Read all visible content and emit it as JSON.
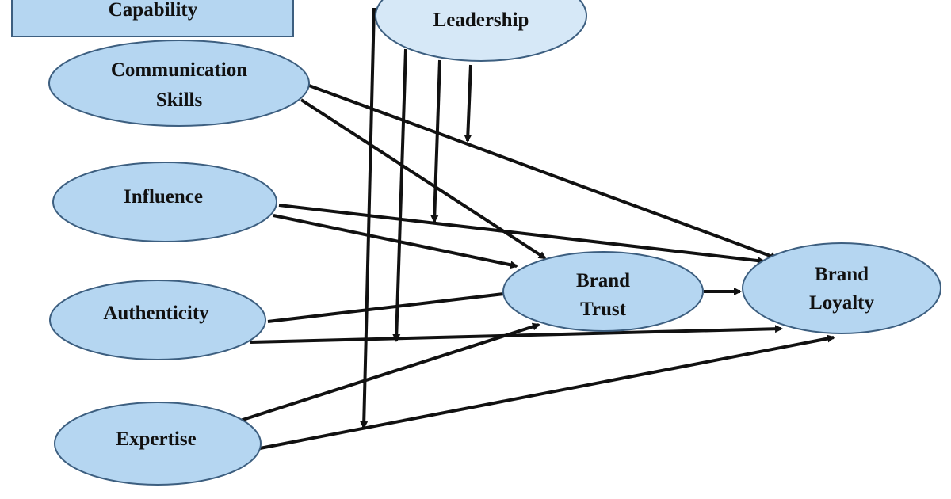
{
  "diagram": {
    "nodes": {
      "capability": {
        "label_line1": "Capability"
      },
      "leadership": {
        "label_line1": "Leadership"
      },
      "communication": {
        "label_line1": "Communication",
        "label_line2": "Skills"
      },
      "influence": {
        "label_line1": "Influence"
      },
      "authenticity": {
        "label_line1": "Authenticity"
      },
      "expertise": {
        "label_line1": "Expertise"
      },
      "brand_trust": {
        "label_line1": "Brand",
        "label_line2": "Trust"
      },
      "brand_loyalty": {
        "label_line1": "Brand",
        "label_line2": "Loyalty"
      }
    },
    "edges": [
      {
        "from": "Communication Skills",
        "to": "Brand Trust"
      },
      {
        "from": "Communication Skills",
        "to": "Brand Loyalty"
      },
      {
        "from": "Influence",
        "to": "Brand Trust"
      },
      {
        "from": "Influence",
        "to": "Brand Loyalty"
      },
      {
        "from": "Authenticity",
        "to": "Brand Trust"
      },
      {
        "from": "Authenticity",
        "to": "Brand Loyalty"
      },
      {
        "from": "Expertise",
        "to": "Brand Trust"
      },
      {
        "from": "Expertise",
        "to": "Brand Loyalty"
      },
      {
        "from": "Brand Trust",
        "to": "Brand Loyalty"
      },
      {
        "from": "Leadership",
        "to": "Communication Skills → Brand Loyalty path",
        "type": "moderation"
      },
      {
        "from": "Leadership",
        "to": "Influence → Brand Loyalty path",
        "type": "moderation"
      },
      {
        "from": "Leadership",
        "to": "Authenticity → Brand Loyalty path",
        "type": "moderation"
      },
      {
        "from": "Leadership",
        "to": "Expertise → Brand Loyalty path",
        "type": "moderation"
      }
    ],
    "colors": {
      "node_fill": "#b5d6f1",
      "node_fill_light": "#d6e8f7",
      "node_stroke": "#3d5f80",
      "edge": "#111111",
      "background": "#ffffff"
    }
  }
}
